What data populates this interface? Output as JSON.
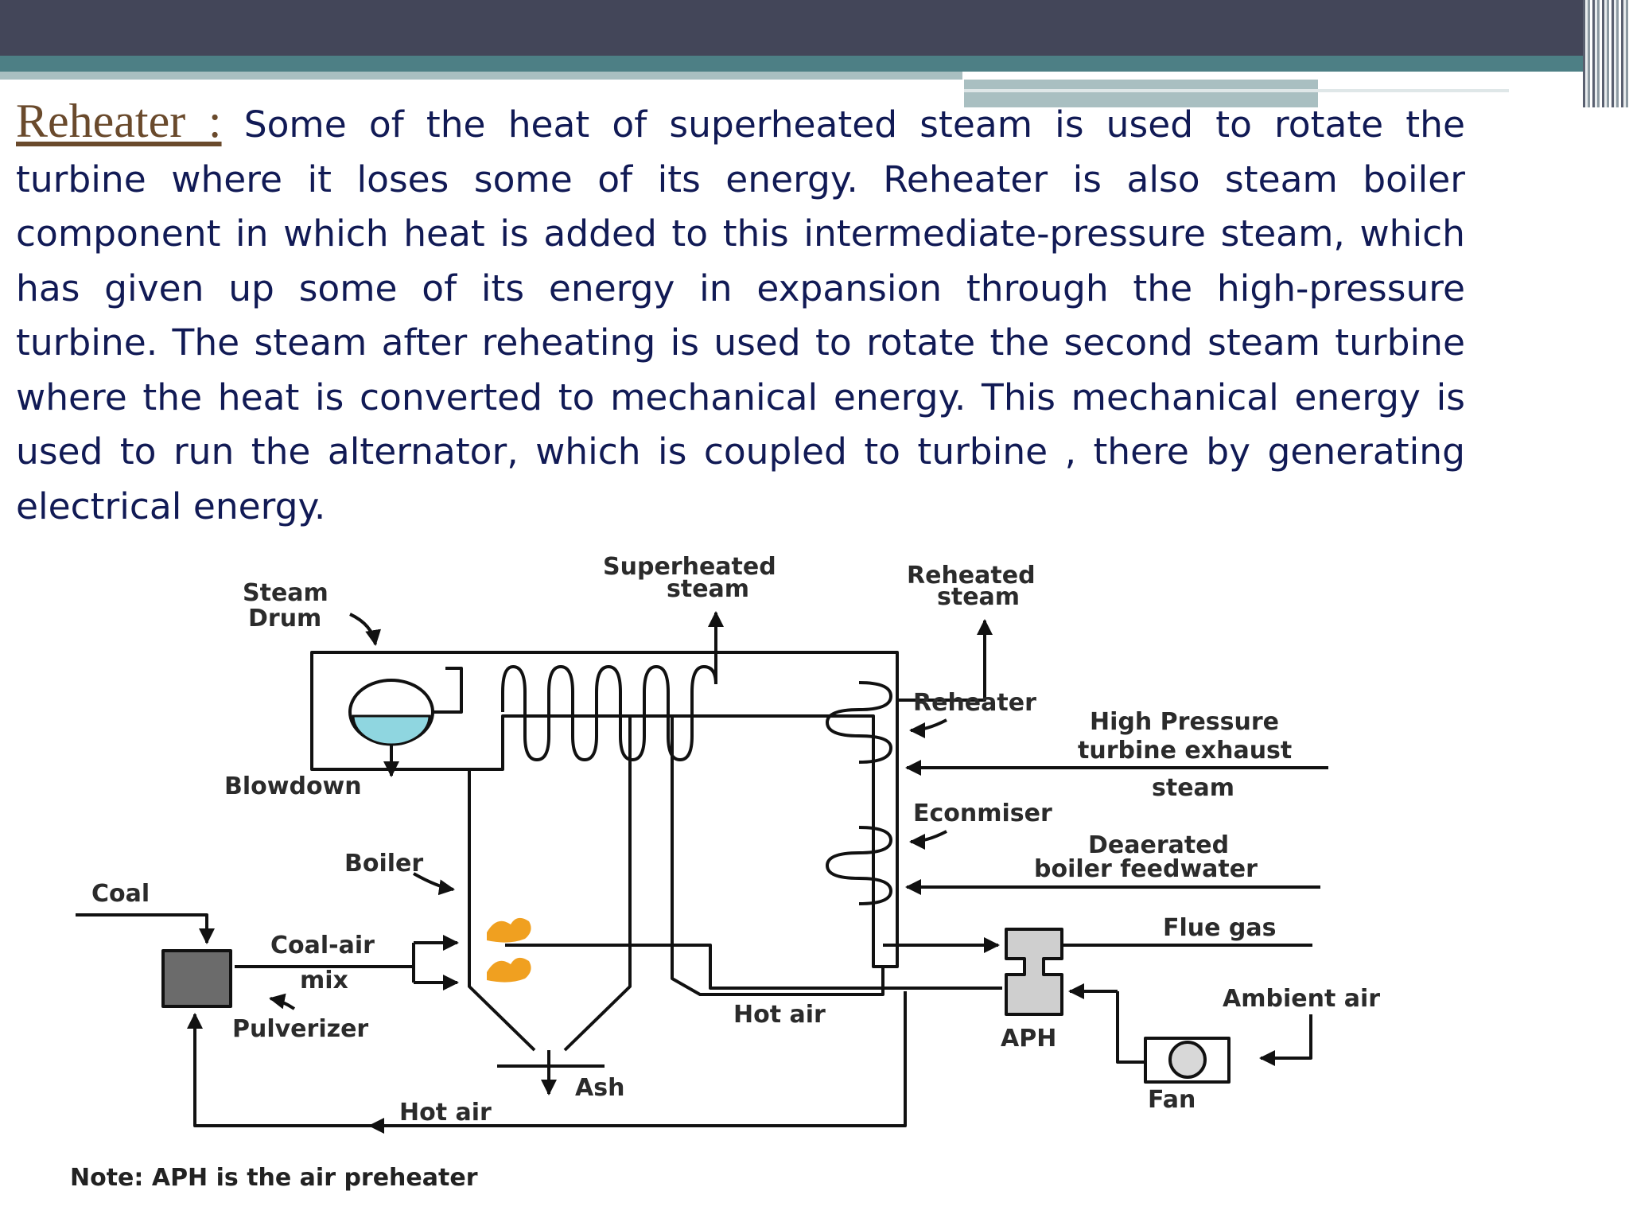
{
  "heading": "Reheater :",
  "paragraph": " Some of the heat of superheated steam is used to rotate the turbine where it loses some of its energy. Reheater is also steam boiler component in which heat is added to this intermediate-pressure steam, which has given up some of its energy in expansion through the high-pressure turbine. The steam after reheating is used to rotate the second steam turbine where the heat is converted to mechanical energy. This mechanical energy is used to run the alternator, which is coupled to turbine , there by generating electrical energy.",
  "diagram": {
    "labels": {
      "steam_drum_1": "Steam",
      "steam_drum_2": "Drum",
      "superheated_1": "Superheated",
      "superheated_2": "steam",
      "reheated_1": "Reheated",
      "reheated_2": "steam",
      "reheater": "Reheater",
      "hp_1": "High Pressure",
      "hp_2": "turbine exhaust",
      "hp_3": "steam",
      "blowdown": "Blowdown",
      "economiser": "Econmiser",
      "deaerated_1": "Deaerated",
      "deaerated_2": "boiler feedwater",
      "boiler": "Boiler",
      "coal": "Coal",
      "flue_gas": "Flue gas",
      "coal_air_1": "Coal-air",
      "coal_air_2": "mix",
      "ambient_air": "Ambient air",
      "hot_air_right": "Hot air",
      "pulverizer": "Pulverizer",
      "aph": "APH",
      "ash": "Ash",
      "fan": "Fan",
      "hot_air_bottom": "Hot air"
    },
    "note": "Note: APH is the air preheater"
  },
  "colors": {
    "heading": "#6a4a2c",
    "body_text": "#111a55",
    "water": "#8fd6e0",
    "flame": "#f0a020",
    "pulverizer": "#6b6b6b",
    "aph": "#cfcfcf"
  }
}
